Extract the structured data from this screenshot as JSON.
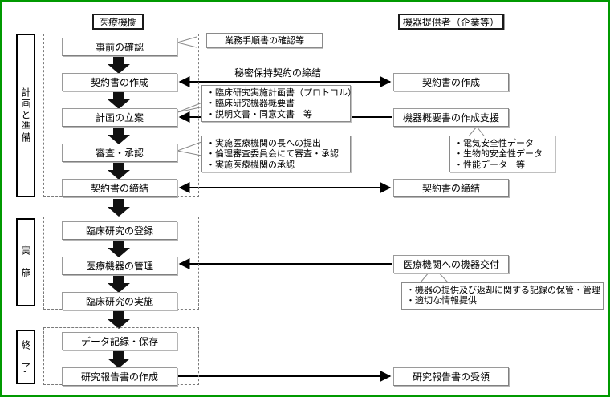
{
  "page": {
    "border_color": "#009900",
    "background": "#ffffff"
  },
  "headers": {
    "left": "医療機関",
    "right": "機器提供者（企業等）"
  },
  "phases": [
    {
      "label": "計画と準備"
    },
    {
      "label": "実　施"
    },
    {
      "label": "終　了"
    }
  ],
  "left_column": {
    "planning_steps": [
      {
        "label": "事前の確認"
      },
      {
        "label": "契約書の作成"
      },
      {
        "label": "計画の立案"
      },
      {
        "label": "審査・承認"
      },
      {
        "label": "契約書の締結"
      }
    ],
    "implementation_steps": [
      {
        "label": "臨床研究の登録"
      },
      {
        "label": "医療機器の管理"
      },
      {
        "label": "臨床研究の実施"
      }
    ],
    "closing_steps": [
      {
        "label": "データ記録・保存"
      },
      {
        "label": "研究報告書の作成"
      }
    ]
  },
  "right_column": {
    "steps": [
      {
        "label": "契約書の作成"
      },
      {
        "label": "機器概要書の作成支援"
      },
      {
        "label": "契約書の締結"
      },
      {
        "label": "医療機関への機器交付"
      },
      {
        "label": "研究報告書の受領"
      }
    ]
  },
  "annotations": {
    "pre_check": {
      "lines": [
        "業務手順書の確認等"
      ]
    },
    "plan_documents": {
      "lines": [
        "・臨床研究実施計画書（プロトコル）",
        "・臨床研究機器概要書",
        "・説明文書・同意文書　等"
      ]
    },
    "review_approval": {
      "lines": [
        "・実施医療機関の長への提出",
        "・倫理審査委員会にて審査・承認",
        "・実施医療機関の承認"
      ]
    },
    "safety_data": {
      "lines": [
        "・電気安全性データ",
        "・生物的安全性データ",
        "・性能データ　等"
      ]
    },
    "device_delivery": {
      "lines": [
        "・機器の提供及び返却に関する記録の保管・管理",
        "・適切な情報提供"
      ]
    }
  },
  "captions": {
    "nda": "秘密保持契約の締結"
  }
}
